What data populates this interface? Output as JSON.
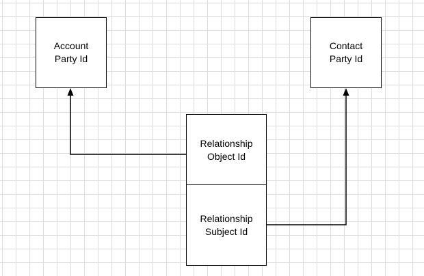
{
  "diagram": {
    "nodes": {
      "account": {
        "label": "Account\nParty Id"
      },
      "contact": {
        "label": "Contact\nParty Id"
      },
      "object": {
        "label": "Relationship\nObject Id"
      },
      "subject": {
        "label": "Relationship\nSubject Id"
      }
    },
    "edges": [
      {
        "from": "object",
        "to": "account"
      },
      {
        "from": "subject",
        "to": "contact"
      }
    ],
    "colors": {
      "stroke": "#000000",
      "fill": "#ffffff",
      "grid": "#dcdcdc"
    }
  }
}
